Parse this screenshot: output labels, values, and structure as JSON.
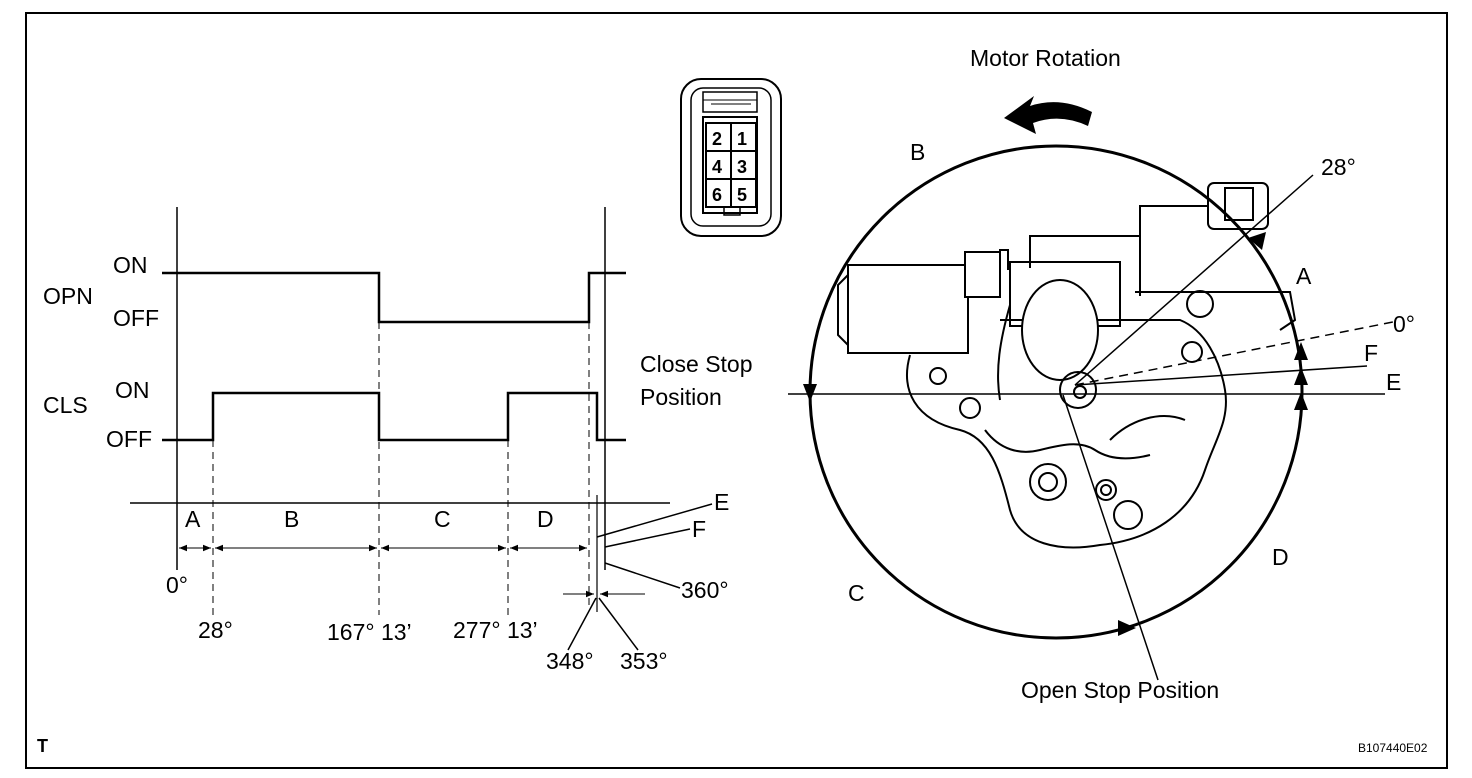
{
  "timing": {
    "signals": {
      "opn": {
        "name": "OPN",
        "on": "ON",
        "off": "OFF"
      },
      "cls": {
        "name": "CLS",
        "on": "ON",
        "off": "OFF"
      }
    },
    "zones": [
      "A",
      "B",
      "C",
      "D"
    ],
    "edge_e": "E",
    "edge_f": "F",
    "angles": {
      "a0": "0°",
      "a28": "28°",
      "a167": "167° 13’",
      "a277": "277° 13’",
      "a348": "348°",
      "a353": "353°",
      "a360": "360°"
    }
  },
  "connector": {
    "pins": [
      "2",
      "1",
      "4",
      "3",
      "6",
      "5"
    ]
  },
  "rotation": {
    "motor_rotation": "Motor Rotation",
    "close_stop": [
      "Close Stop",
      "Position"
    ],
    "open_stop": "Open Stop Position",
    "angle_28": "28°",
    "angle_0": "0°",
    "zones": {
      "a": "A",
      "b": "B",
      "c": "C",
      "d": "D",
      "e": "E",
      "f": "F"
    }
  },
  "footer": {
    "left": "T",
    "code": "B107440E02"
  }
}
